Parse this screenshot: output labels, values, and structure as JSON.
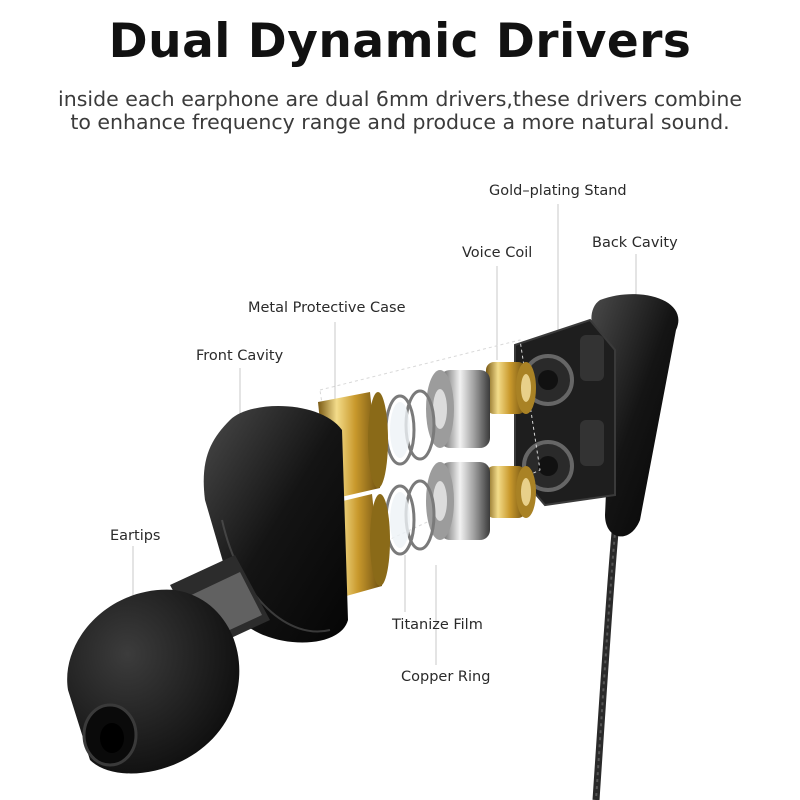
{
  "heading": {
    "title": "Dual Dynamic Drivers",
    "subtitle_line1": "inside each earphone are dual 6mm drivers,these drivers combine",
    "subtitle_line2": "to enhance frequency  range and produce a more natural sound."
  },
  "callouts": {
    "gold_plating_stand": "Gold–plating Stand",
    "voice_coil": "Voice Coil",
    "back_cavity": "Back Cavity",
    "metal_protective_case": "Metal Protective Case",
    "front_cavity": "Front  Cavity",
    "eartips": "Eartips",
    "titanize_film": "Titanize Film",
    "copper_ring": "Copper Ring"
  },
  "colors": {
    "gold": "#d4ac3c",
    "black_shell": "#1c1c1c",
    "leader_line": "#c9c9c9"
  }
}
